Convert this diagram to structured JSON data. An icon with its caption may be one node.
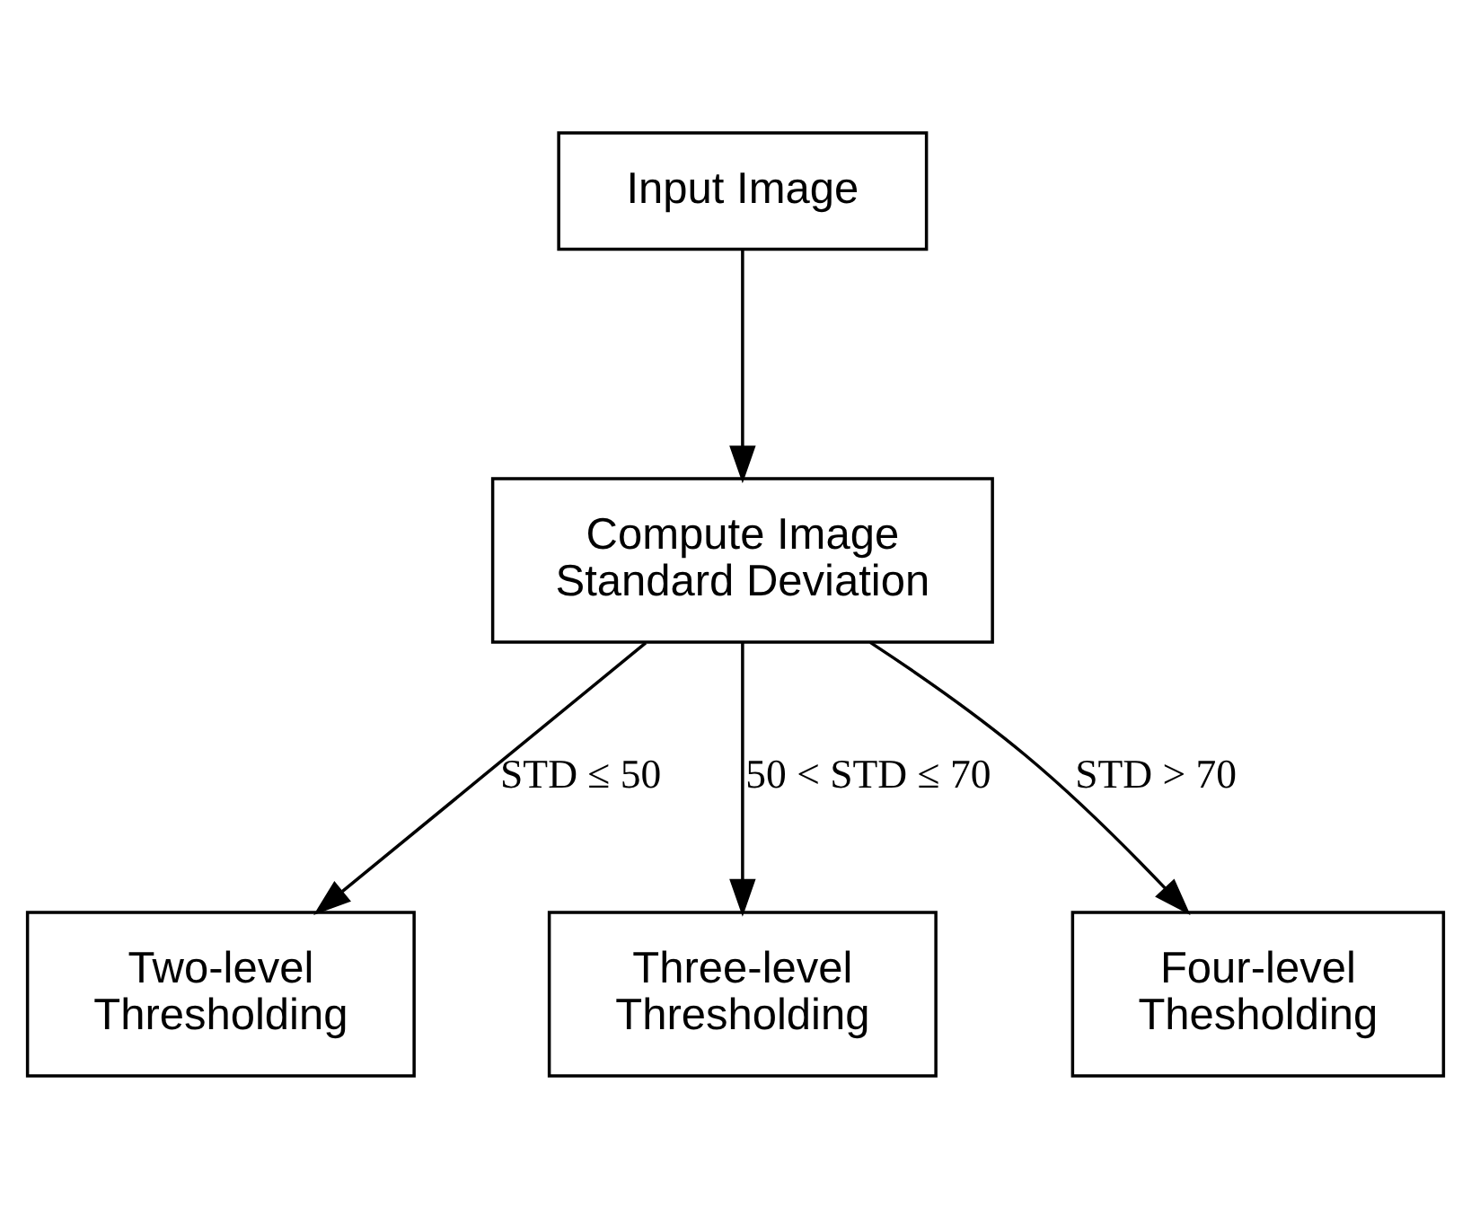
{
  "diagram": {
    "nodes": [
      {
        "text": [
          "Input Image"
        ]
      },
      {
        "text": [
          "Compute Image Standard Deviation"
        ]
      },
      {
        "text": [
          "Two-level Thresholding"
        ]
      },
      {
        "text": [
          "Three-level Thresholding"
        ]
      },
      {
        "text": [
          "Four-level Thesholding"
        ]
      }
    ],
    "edges": [
      {
        "from": 0,
        "to": 1,
        "arrow": "to"
      },
      {
        "from": 1,
        "to": 2,
        "arrow": "to",
        "label": "STD ≤ 50"
      },
      {
        "from": 1,
        "to": 3,
        "arrow": "to",
        "label": "50 < STD ≤ 70"
      },
      {
        "from": 1,
        "to": 4,
        "arrow": "to",
        "label": "STD > 70"
      }
    ]
  }
}
